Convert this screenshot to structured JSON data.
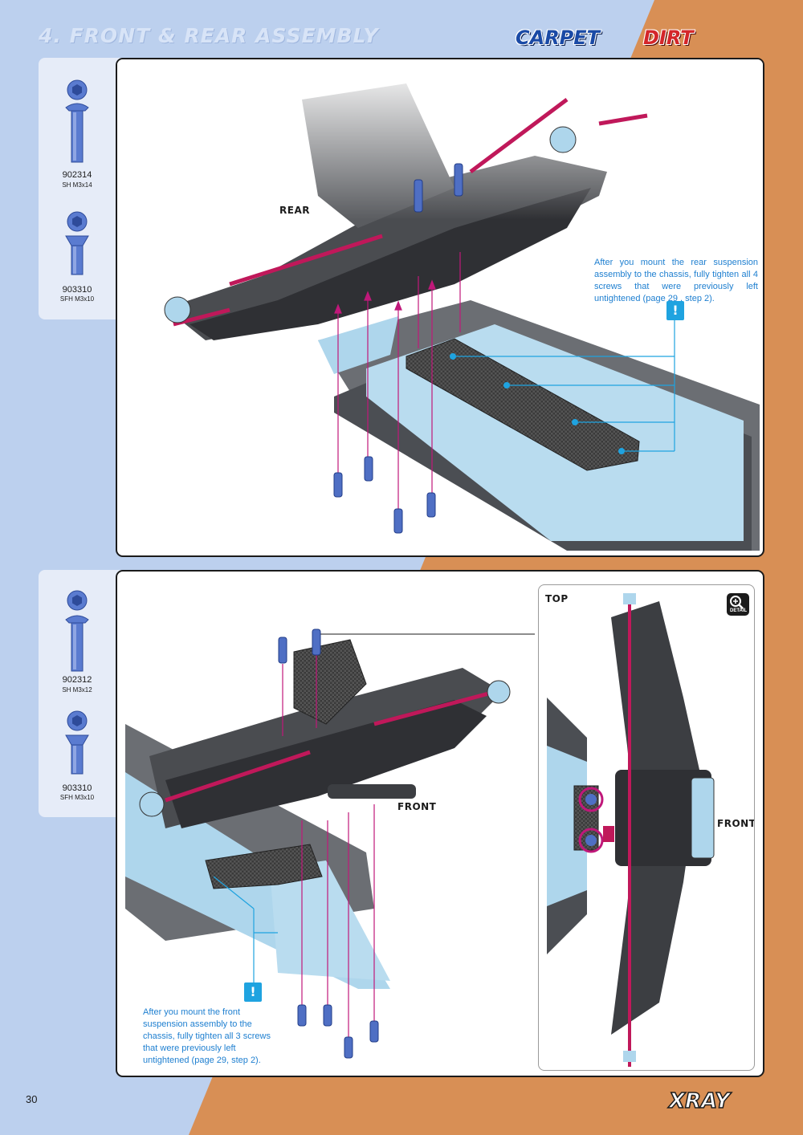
{
  "header": {
    "section_title": "4. FRONT & REAR ASSEMBLY",
    "badge_carpet": "CARPET",
    "badge_dirt": "DIRT"
  },
  "rear_step": {
    "parts": [
      {
        "code": "902314",
        "spec": "SH M3x14",
        "icon": "button-head-screw-icon"
      },
      {
        "code": "903310",
        "spec": "SFH M3x10",
        "icon": "flat-head-screw-icon"
      }
    ],
    "label": "REAR",
    "note": "After you mount the rear suspension assembly to the chassis, fully tighten all 4 screws that were previously left untightened (page 29 , step 2).",
    "warning_symbol": "!"
  },
  "front_step": {
    "parts": [
      {
        "code": "902312",
        "spec": "SH M3x12",
        "icon": "button-head-screw-icon"
      },
      {
        "code": "903310",
        "spec": "SFH M3x10",
        "icon": "flat-head-screw-icon"
      }
    ],
    "label": "FRONT",
    "detail_label_top": "TOP",
    "detail_label_front": "FRONT",
    "detail_badge": "DETAIL",
    "note": "After you mount the front suspension assembly to the chassis, fully tighten all 3 screws that were previously left untightened (page 29, step 2).",
    "warning_symbol": "!"
  },
  "footer": {
    "page_number": "30",
    "brand": "XRAY"
  },
  "colors": {
    "blue_bg": "#bcd0ee",
    "orange_bg": "#d88f55",
    "note_blue": "#1e7fd0",
    "magenta_guide": "#c0187a",
    "screw_blue": "#4f6fc4"
  }
}
